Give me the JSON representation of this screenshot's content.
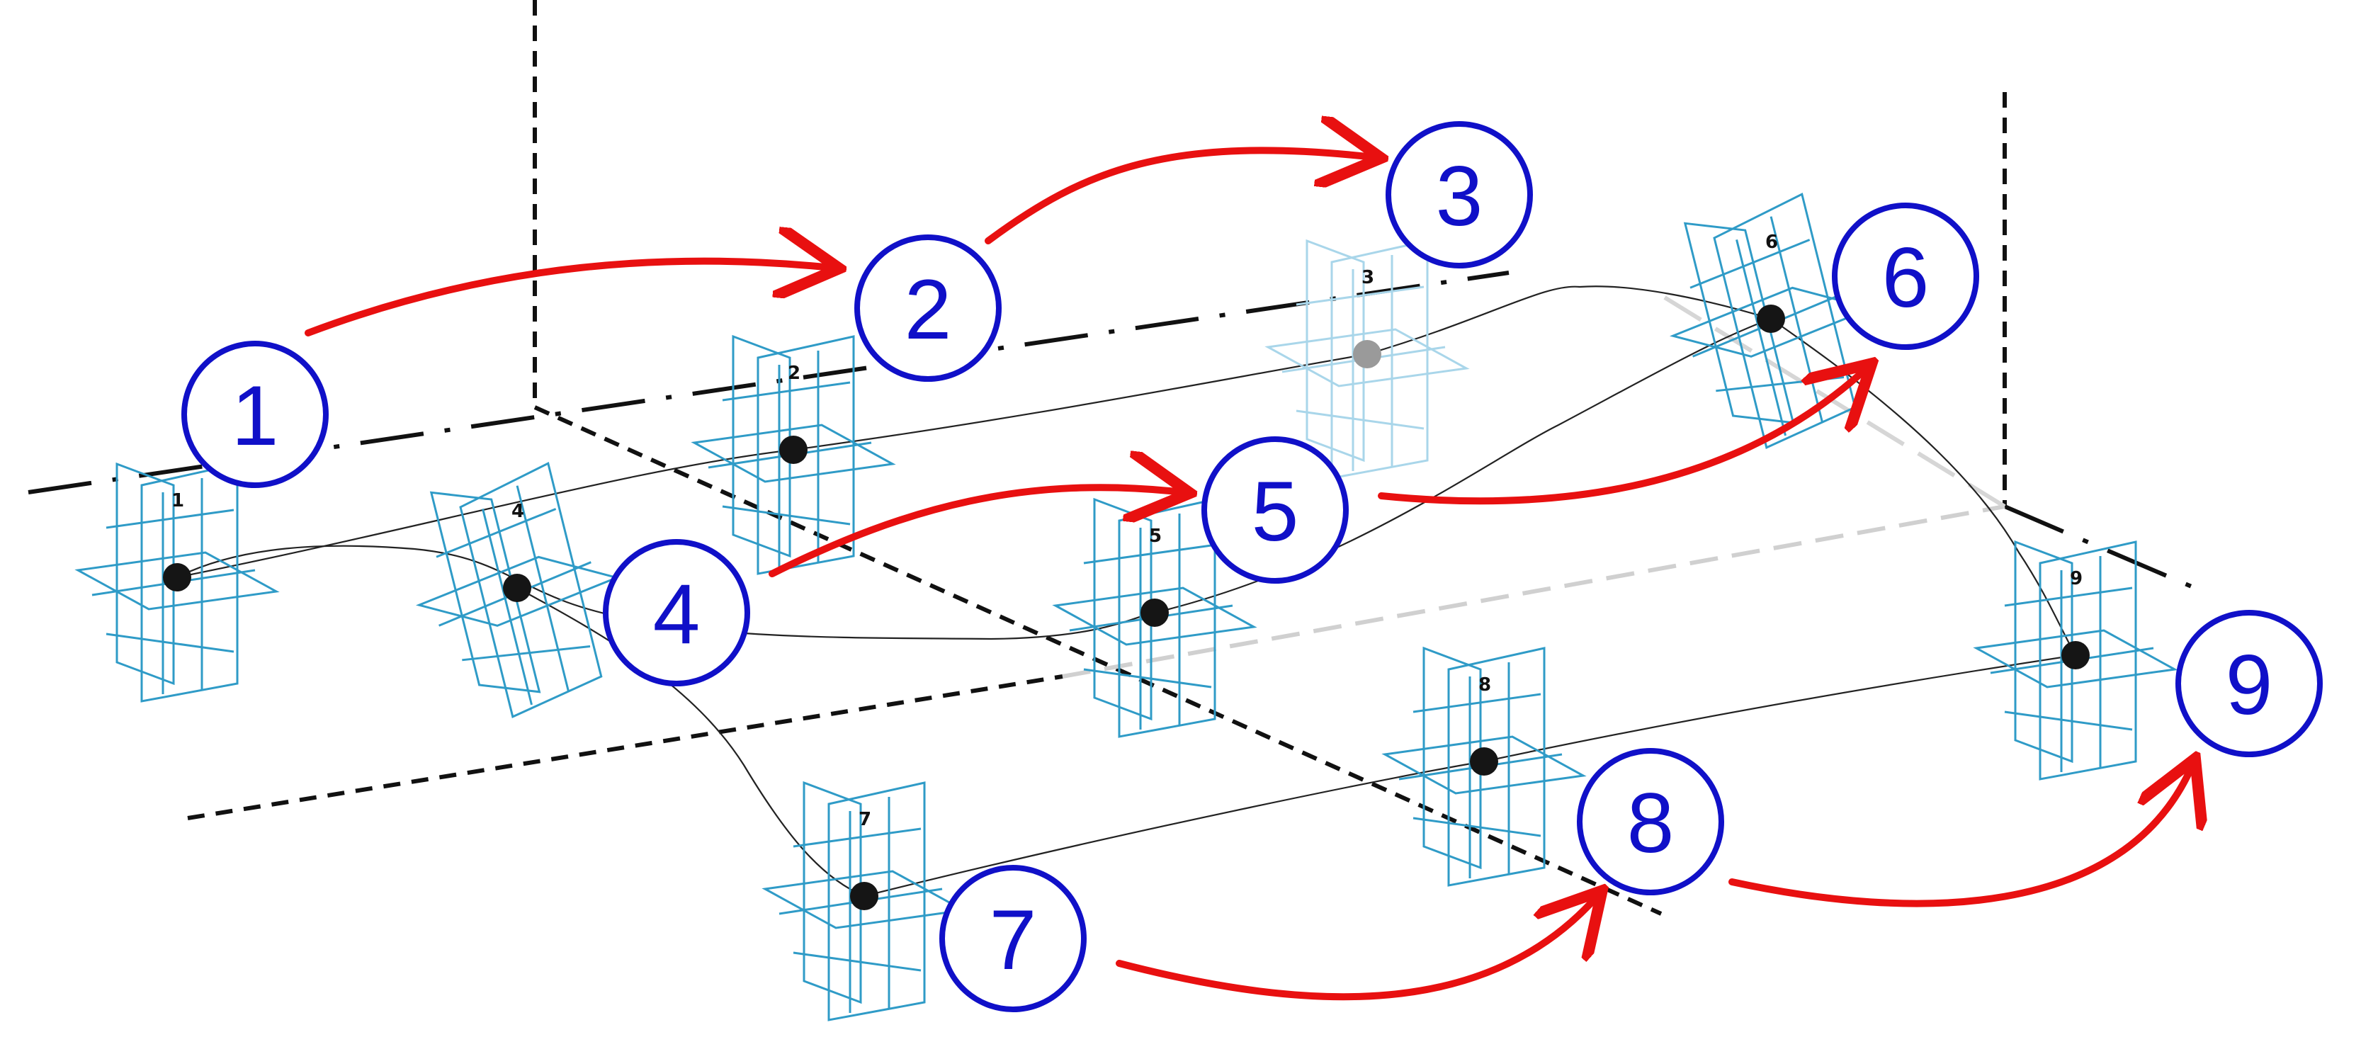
{
  "colors": {
    "grid_frame": "#2f9bc7",
    "grid_frame_faded": "#a9d6ea",
    "axis_dark": "#111111",
    "axis_light": "#d6d6d6",
    "path_line": "#222222",
    "step_arrow": "#e81010",
    "step_circle": "#1010c8"
  },
  "nodes": [
    {
      "id": "1",
      "small_label": "1",
      "big_label": "1",
      "faded": false,
      "rotated": false
    },
    {
      "id": "2",
      "small_label": "2",
      "big_label": "2",
      "faded": false,
      "rotated": false
    },
    {
      "id": "3",
      "small_label": "3",
      "big_label": "3",
      "faded": true,
      "rotated": false
    },
    {
      "id": "4",
      "small_label": "4",
      "big_label": "4",
      "faded": false,
      "rotated": true
    },
    {
      "id": "5",
      "small_label": "5",
      "big_label": "5",
      "faded": false,
      "rotated": false
    },
    {
      "id": "6",
      "small_label": "6",
      "big_label": "6",
      "faded": false,
      "rotated": true
    },
    {
      "id": "7",
      "small_label": "7",
      "big_label": "7",
      "faded": false,
      "rotated": false
    },
    {
      "id": "8",
      "small_label": "8",
      "big_label": "8",
      "faded": false,
      "rotated": false
    },
    {
      "id": "9",
      "small_label": "9",
      "big_label": "9",
      "faded": false,
      "rotated": false
    }
  ],
  "sequence_arrows": [
    {
      "from": "1",
      "to": "2"
    },
    {
      "from": "2",
      "to": "3"
    },
    {
      "from": "4",
      "to": "5"
    },
    {
      "from": "5",
      "to": "6"
    },
    {
      "from": "7",
      "to": "8"
    },
    {
      "from": "8",
      "to": "9"
    }
  ]
}
